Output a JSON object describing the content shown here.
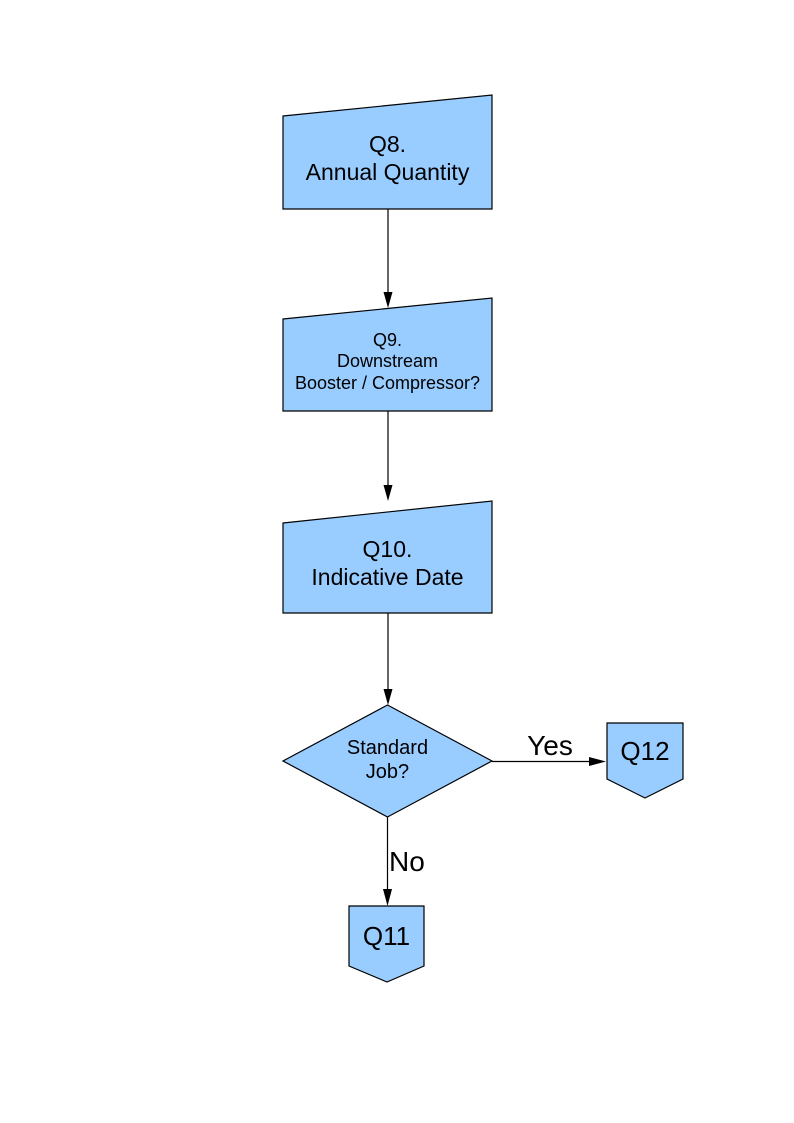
{
  "colors": {
    "shape_fill": "#99CCFF",
    "shape_border": "#000000",
    "text": "#000000",
    "page_background": "#FFFFFF"
  },
  "flowchart": {
    "nodes": {
      "q8": {
        "type": "manual-input",
        "label": "Q8.\nAnnual Quantity"
      },
      "q9": {
        "type": "manual-input",
        "label": "Q9.\nDownstream\nBooster / Compressor?"
      },
      "q10": {
        "type": "manual-input",
        "label": "Q10.\nIndicative Date"
      },
      "decision": {
        "type": "decision",
        "label": "Standard\nJob?"
      },
      "q12": {
        "type": "off-page-connector",
        "label": "Q12"
      },
      "q11": {
        "type": "off-page-connector",
        "label": "Q11"
      }
    },
    "edges": {
      "q8_to_q9": {
        "label": ""
      },
      "q9_to_q10": {
        "label": ""
      },
      "q10_to_decision": {
        "label": ""
      },
      "decision_to_q12": {
        "label": "Yes"
      },
      "decision_to_q11": {
        "label": "No"
      }
    }
  }
}
